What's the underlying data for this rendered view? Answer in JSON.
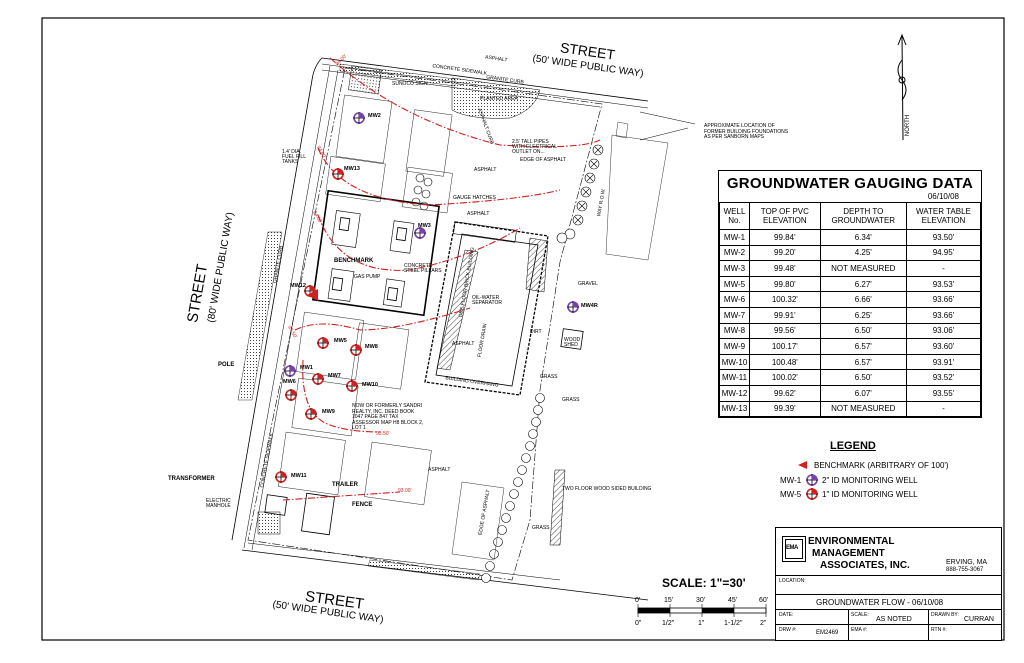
{
  "site_labels": {
    "street_top": "STREET",
    "street_top_sub": "(50' WIDE PUBLIC WAY)",
    "street_left": "STREET",
    "street_left_sub": "(80' WIDE PUBLIC WAY)",
    "street_bottom": "STREET",
    "street_bottom_sub": "(50' WIDE PUBLIC WAY)",
    "asphalt_top": "ASPHALT",
    "concrete_sidewalk_top": "CONCRETE SIDEWALK",
    "granite_curb_top": "GRANITE CURB",
    "sunoco_sign": "SUNOCO SIGN",
    "planted_area": "PLANTED AREA",
    "asphalt_curb": "ASPHALT CURB",
    "concrete_curb": "CONCRETE CURB",
    "fill_tanks": "1.4' DIA. FUEL FILL TANKS",
    "gauge_hatches": "GAUGE HATCHES",
    "asphalt_1": "ASPHALT",
    "asphalt_2": "ASPHALT",
    "asphalt_3": "ASPHALT",
    "asphalt_4": "ASPHALT",
    "benchmark": "BENCHMARK",
    "concrete_steel_pillars": "CONCRETE STEEL PILLARS",
    "gas_pump": "GAS PUMP",
    "oil_water_separator": "OIL-WATER SEPARATOR",
    "pole": "POLE",
    "granite_curb_left": "GRANITE CURB",
    "concrete_sidewalk_left": "CONCRETE SIDEWALK",
    "owner_note": "NOW OR FORMERLY SANDRI REALTY, INC. DEED BOOK 1047 PAGE 847 TAX ASSESSOR MAP H8 BLOCK 2, LOT 1",
    "transformer": "TRANSFORMER",
    "electric_manhole": "ELECTRIC MANHOLE",
    "trailer": "TRAILER",
    "fence": "FENCE",
    "one_floor_brick": "ONE FLOOR BRICK BUILDING",
    "floor_drain": "FLOOR DRAIN",
    "building_overhang": "BUILDING OVERHANG",
    "dirt": "DIRT",
    "gravel": "GRAVEL",
    "grass_1": "GRASS",
    "grass_2": "GRASS",
    "grass_3": "GRASS",
    "wood_shed": "WOOD SHED",
    "edge_of_asphalt_1": "EDGE OF ASPHALT",
    "edge_of_asphalt_2": "EDGE OF ASPHALT",
    "two_floor_wood": "TWO FLOOR WOOD SIDED BUILDING",
    "foundation_note": "APPROXIMATE LOCATION OF FORMER BUILDING FOUNDATIONS AS PER SANBORN MAPS",
    "utility_pole_note": "2.5' TALL PIPES WITH ELECTRICAL OUTLET ON...",
    "row_label": "WAY R.O.W.",
    "north": "NORTH"
  },
  "contours": {
    "c1": "94.00'",
    "c2": "94.00'",
    "c3": "94.00'",
    "c4": "93.50'",
    "c5": "93.50'",
    "c6": "93.00'"
  },
  "wells": [
    {
      "id": "MW1",
      "label": "MW1",
      "type": "2in"
    },
    {
      "id": "MW2",
      "label": "MW2",
      "type": "2in"
    },
    {
      "id": "MW3",
      "label": "MW3",
      "type": "2in"
    },
    {
      "id": "MW4R",
      "label": "MW4R",
      "type": "2in"
    },
    {
      "id": "MW5",
      "label": "MW5",
      "type": "1in"
    },
    {
      "id": "MW6",
      "label": "MW6",
      "type": "1in"
    },
    {
      "id": "MW7",
      "label": "MW7",
      "type": "1in"
    },
    {
      "id": "MW8",
      "label": "MW8",
      "type": "1in"
    },
    {
      "id": "MW9",
      "label": "MW9",
      "type": "1in"
    },
    {
      "id": "MW10",
      "label": "MW10",
      "type": "1in"
    },
    {
      "id": "MW11",
      "label": "MW11",
      "type": "1in"
    },
    {
      "id": "MW12",
      "label": "MW12",
      "type": "1in"
    },
    {
      "id": "MW13",
      "label": "MW13",
      "type": "1in"
    }
  ],
  "gauging_table": {
    "title": "GROUNDWATER GAUGING DATA",
    "date": "06/10/08",
    "headers": [
      "WELL No.",
      "TOP OF PVC ELEVATION",
      "DEPTH TO GROUNDWATER",
      "WATER TABLE ELEVATION"
    ],
    "rows": [
      [
        "MW-1",
        "99.84'",
        "6.34'",
        "93.50'"
      ],
      [
        "MW-2",
        "99.20'",
        "4.25'",
        "94.95'"
      ],
      [
        "MW-3",
        "99.48'",
        "NOT MEASURED",
        "-"
      ],
      [
        "MW-5",
        "99.80'",
        "6.27'",
        "93.53'"
      ],
      [
        "MW-6",
        "100.32'",
        "6.66'",
        "93.66'"
      ],
      [
        "MW-7",
        "99.91'",
        "6.25'",
        "93.66'"
      ],
      [
        "MW-8",
        "99.56'",
        "6.50'",
        "93.06'"
      ],
      [
        "MW-9",
        "100.17'",
        "6.57'",
        "93.60'"
      ],
      [
        "MW-10",
        "100.48'",
        "6.57'",
        "93.91'"
      ],
      [
        "MW-11",
        "100.02'",
        "6.50'",
        "93.52'"
      ],
      [
        "MW-12",
        "99.62'",
        "6.07'",
        "93.55'"
      ],
      [
        "MW-13",
        "99.39'",
        "NOT MEASURED",
        "-"
      ]
    ]
  },
  "legend": {
    "title": "LEGEND",
    "items": [
      {
        "key": "",
        "label": "BENCHMARK (ARBITRARY OF 100')"
      },
      {
        "key": "MW-1",
        "label": "2\" ID MONITORING WELL"
      },
      {
        "key": "MW-5",
        "label": "1\" ID MONITORING WELL"
      }
    ]
  },
  "scale": {
    "title": "SCALE: 1\"=30'",
    "feet": [
      "0'",
      "15'",
      "30'",
      "45'",
      "60'"
    ],
    "inches": [
      "0\"",
      "1/2\"",
      "1\"",
      "1-1/2\"",
      "2\""
    ]
  },
  "title_block": {
    "company_line1": "ENVIRONMENTAL",
    "company_line2": "MANAGEMENT",
    "company_line3": "ASSOCIATES, INC.",
    "logo_text": "EMA",
    "city": "ERVING, MA",
    "phone": "888-755-3067",
    "location_label": "LOCATION:",
    "drawing_title": "GROUNDWATER FLOW - 06/10/08",
    "date_label": "DATE:",
    "scale_label": "SCALE:",
    "scale_value": "AS NOTED",
    "drawn_by_label": "DRAWN BY:",
    "drawn_by_value": "CURRAN",
    "drw_label": "DRW #:",
    "drw_value": "EM2469",
    "ema_label": "EMA #:",
    "rtn_label": "RTN #:"
  },
  "colors": {
    "contour": "#d21f1f",
    "well_1in": "#d21f1f",
    "well_2in": "#7b3fb0",
    "benchmark": "#d21f1f"
  }
}
